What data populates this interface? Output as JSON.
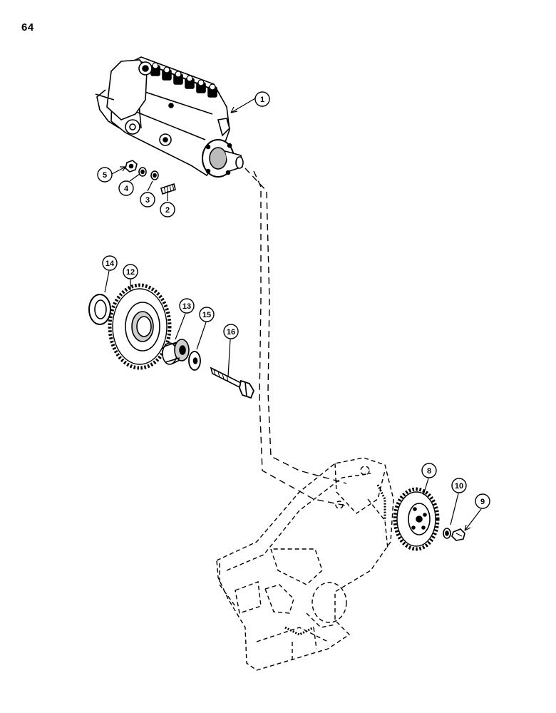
{
  "page": {
    "number": "64"
  },
  "callouts": [
    {
      "id": "1",
      "label": "1"
    },
    {
      "id": "2",
      "label": "2"
    },
    {
      "id": "3",
      "label": "3"
    },
    {
      "id": "4",
      "label": "4"
    },
    {
      "id": "5",
      "label": "5"
    },
    {
      "id": "8",
      "label": "8"
    },
    {
      "id": "9",
      "label": "9"
    },
    {
      "id": "10",
      "label": "10"
    },
    {
      "id": "12",
      "label": "12"
    },
    {
      "id": "13",
      "label": "13"
    },
    {
      "id": "14",
      "label": "14"
    },
    {
      "id": "15",
      "label": "15"
    },
    {
      "id": "16",
      "label": "16"
    }
  ],
  "colors": {
    "ink": "#000000",
    "paper": "#ffffff",
    "shade": "#cfcfcf"
  }
}
